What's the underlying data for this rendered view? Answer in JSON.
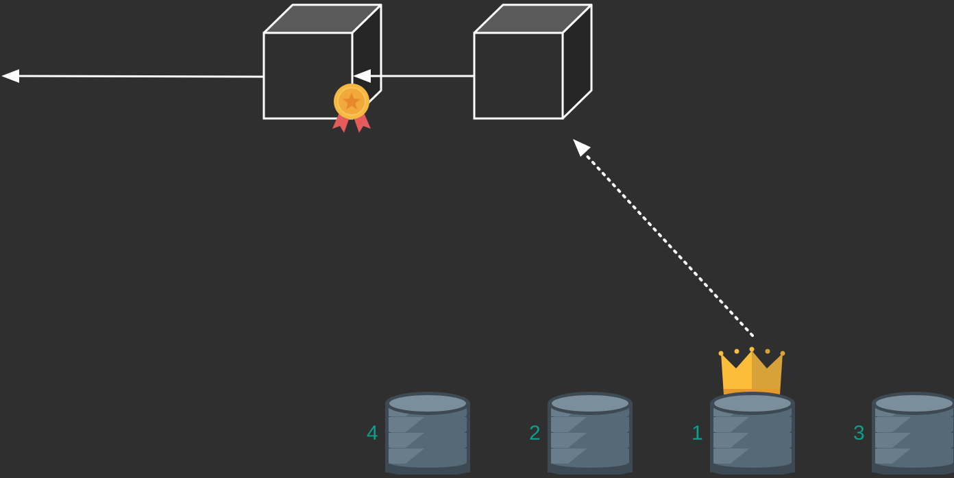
{
  "colors": {
    "background": "#2f2f2f",
    "stroke": "#ffffff",
    "cube_top": "#5a5a5a",
    "cube_side": "#262626",
    "cube_front": "#2f2f2f",
    "db_label": "#0f9e8c",
    "db_body": "#566976",
    "db_band": "#7a8e9b",
    "db_rim": "#3d4a53",
    "crown_light": "#fbbd3a",
    "crown_dark": "#d8a23a",
    "medal_gold": "#f5b942",
    "ribbon": "#e45b5b"
  },
  "databases": [
    {
      "label": "4",
      "icon": "database-icon"
    },
    {
      "label": "2",
      "icon": "database-icon"
    },
    {
      "label": "1",
      "icon": "database-icon",
      "badge": "crown-icon"
    },
    {
      "label": "3",
      "icon": "database-icon"
    }
  ],
  "nodes": [
    {
      "id": "node-left",
      "icon": "cube-icon",
      "badge": "medal-icon"
    },
    {
      "id": "node-right",
      "icon": "cube-icon"
    }
  ],
  "edges": [
    {
      "from": "node-left",
      "to": "outside",
      "style": "solid"
    },
    {
      "from": "node-right",
      "to": "node-left",
      "style": "solid"
    },
    {
      "from": "database-1",
      "to": "node-right",
      "style": "dotted"
    }
  ]
}
